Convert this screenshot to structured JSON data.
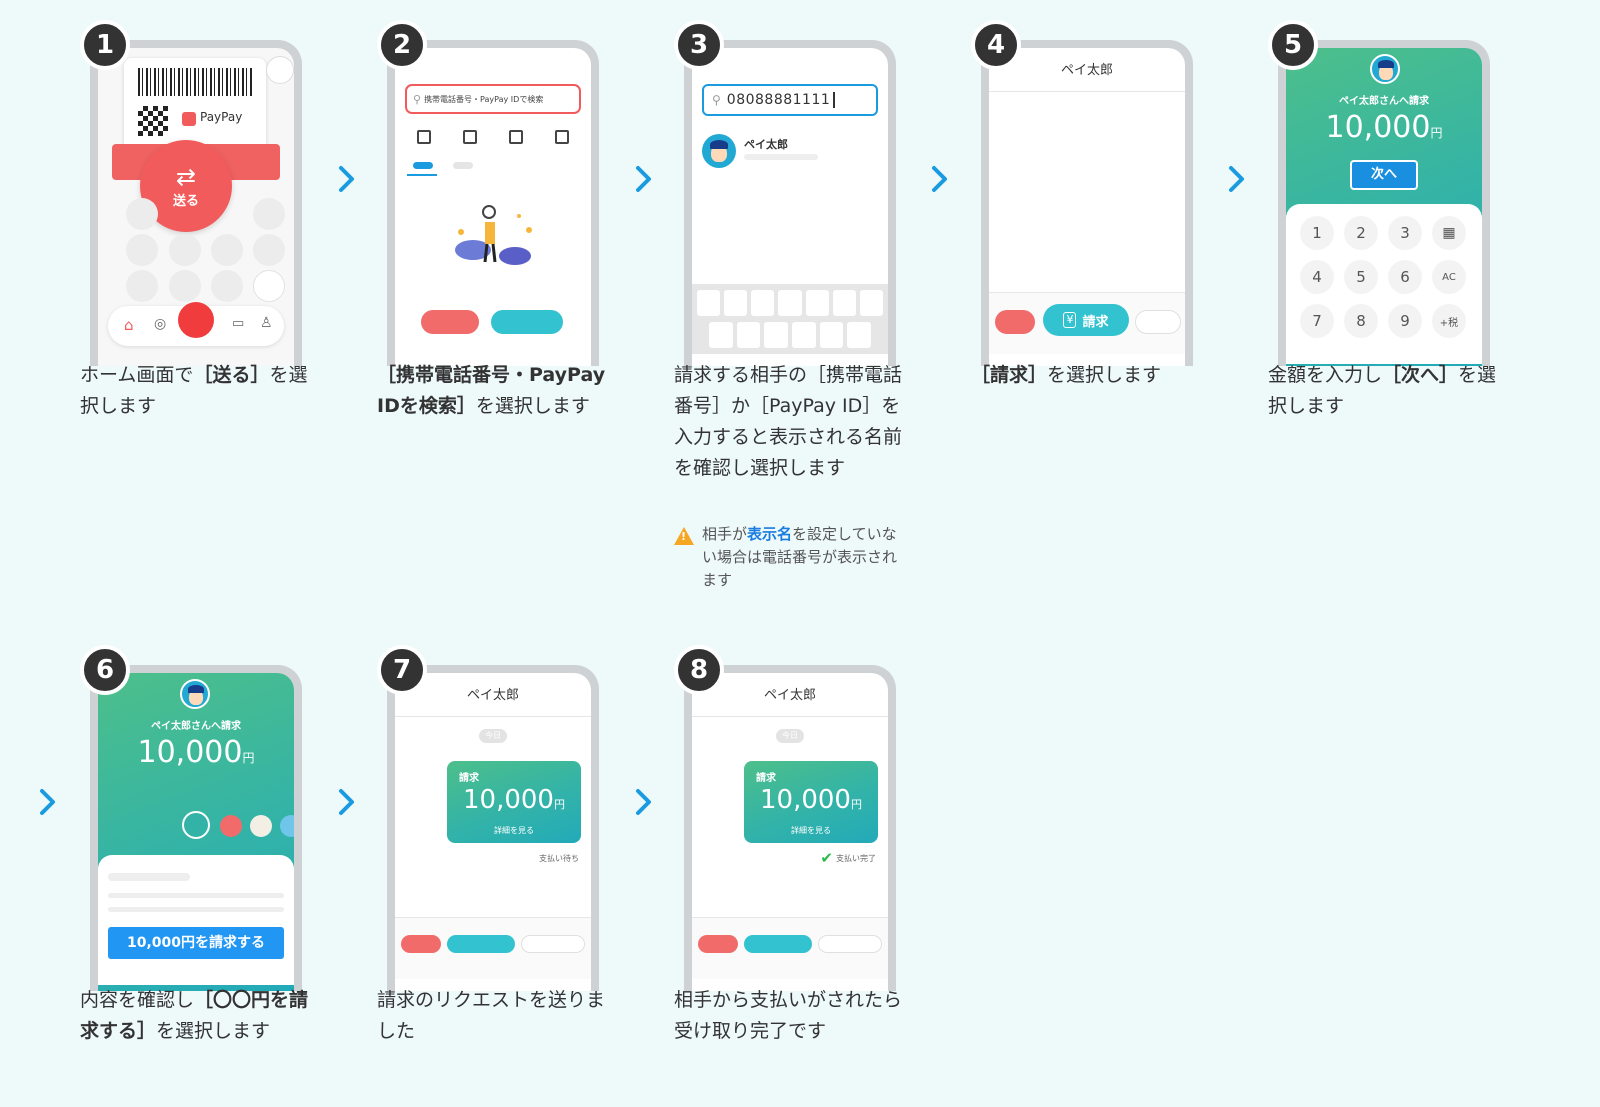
{
  "colors": {
    "accent_blue": "#1a9be0",
    "paypay_red": "#f25b5b",
    "teal": "#33c2cf",
    "green": "#3fbf8a"
  },
  "steps": [
    {
      "num": "1",
      "desc_bold": "［送る］",
      "desc_pre": "ホーム画面で",
      "desc_post": "を選択します",
      "screen": {
        "brand": "PayPay",
        "send_label": "送る"
      }
    },
    {
      "num": "2",
      "desc_bold": "［携帯電話番号・PayPay IDを検索］",
      "desc_post": "を選択します",
      "screen": {
        "search_placeholder": "携帯電話番号・PayPay IDで検索"
      }
    },
    {
      "num": "3",
      "desc": "請求する相手の［携帯電話番号］か［PayPay ID］を入力すると表示される名前を確認し選択します",
      "screen": {
        "search_value": "08088881111",
        "contact_name": "ペイ太郎"
      },
      "note": {
        "pre": "相手が",
        "hl": "表示名",
        "post": "を設定していない場合は電話番号が表示されます"
      }
    },
    {
      "num": "4",
      "desc_bold": "［請求］",
      "desc_post": "を選択します",
      "screen": {
        "title": "ペイ太郎",
        "request_button": "請求"
      }
    },
    {
      "num": "5",
      "desc_pre": "金額を入力し",
      "desc_bold": "［次へ］",
      "desc_post": "を選択します",
      "screen": {
        "to_label": "ペイ太郎さんへ請求",
        "amount": "10,000",
        "unit": "円",
        "next_button": "次へ",
        "keys": [
          "1",
          "2",
          "3",
          "calculator-icon",
          "4",
          "5",
          "6",
          "AC",
          "7",
          "8",
          "9",
          "+税"
        ]
      }
    },
    {
      "num": "6",
      "desc_pre": "内容を確認し",
      "desc_bold": "［〇〇円を請求する］",
      "desc_post": "を選択します",
      "screen": {
        "to_label": "ペイ太郎さんへ請求",
        "amount": "10,000",
        "unit": "円",
        "submit_button": "10,000円を請求する"
      }
    },
    {
      "num": "7",
      "desc": "請求のリクエストを送りました",
      "screen": {
        "title": "ペイ太郎",
        "date_chip": "今日",
        "card_label": "請求",
        "amount": "10,000",
        "unit": "円",
        "detail_link": "詳細を見る",
        "status": "支払い待ち"
      }
    },
    {
      "num": "8",
      "desc": "相手から支払いがされたら受け取り完了です",
      "screen": {
        "title": "ペイ太郎",
        "date_chip": "今日",
        "card_label": "請求",
        "amount": "10,000",
        "unit": "円",
        "detail_link": "詳細を見る",
        "status": "支払い完了"
      }
    }
  ]
}
